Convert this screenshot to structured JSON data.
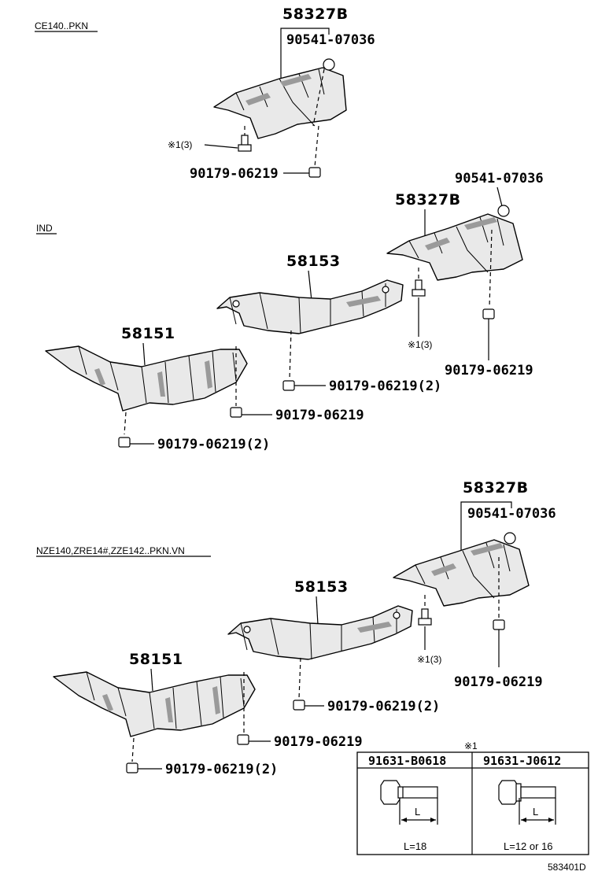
{
  "sections": [
    {
      "region": "CE140..PKN",
      "labels": {
        "shield_rear": "58327B",
        "nut_top": "90541-07036",
        "bolt_note": "※1(3)",
        "nut_bottom": "90179-06219"
      }
    },
    {
      "region": "IND",
      "labels": {
        "nut_top": "90541-07036",
        "shield_rear": "58327B",
        "shield_center": "58153",
        "shield_front": "58151",
        "bolt_note": "※1(3)",
        "nut_rear": "90179-06219",
        "nut_center": "90179-06219(2)",
        "nut_front_right": "90179-06219",
        "nut_front_left": "90179-06219(2)"
      }
    },
    {
      "region": "NZE140,ZRE14#,ZZE142..PKN.VN",
      "labels": {
        "shield_rear": "58327B",
        "nut_top": "90541-07036",
        "shield_center": "58153",
        "shield_front": "58151",
        "bolt_note": "※1(3)",
        "nut_rear": "90179-06219",
        "nut_center": "90179-06219(2)",
        "nut_front_right": "90179-06219",
        "nut_front_left": "90179-06219(2)"
      }
    }
  ],
  "bolt_table": {
    "marker": "※1",
    "columns": [
      {
        "part": "91631-B0618",
        "length": "L=18",
        "dim": "L"
      },
      {
        "part": "91631-J0612",
        "length": "L=12 or 16",
        "dim": "L"
      }
    ]
  },
  "illustration_code": "583401D"
}
